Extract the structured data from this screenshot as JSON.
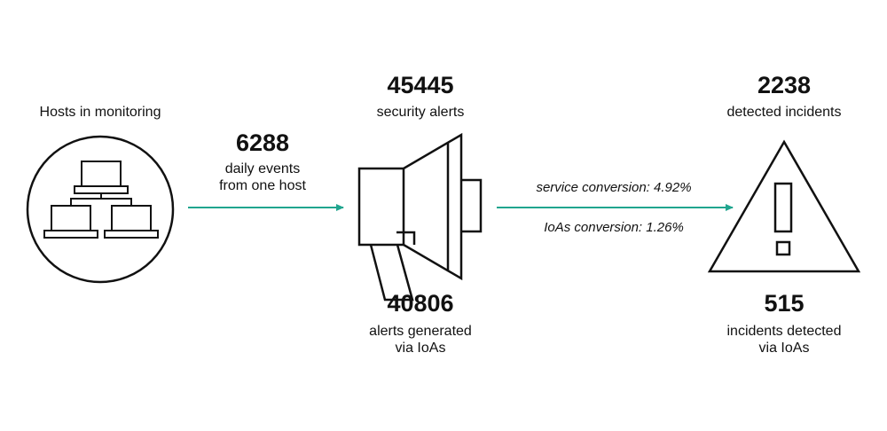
{
  "hosts": {
    "title": "Hosts in monitoring"
  },
  "events": {
    "value": "6288",
    "label_line1": "daily events",
    "label_line2": "from one host"
  },
  "alerts": {
    "value": "45445",
    "label": "security alerts"
  },
  "ioa_alerts": {
    "value": "40806",
    "label_line1": "alerts generated",
    "label_line2": "via IoAs"
  },
  "conversion": {
    "service": "service conversion: 4.92%",
    "ioas": "IoAs conversion: 1.26%"
  },
  "incidents": {
    "value": "2238",
    "label": "detected incidents"
  },
  "ioa_incidents": {
    "value": "515",
    "label_line1": "incidents detected",
    "label_line2": "via IoAs"
  },
  "colors": {
    "arrow": "#20a58f",
    "stroke": "#111111"
  },
  "icons": [
    "hosts-network-icon",
    "megaphone-icon",
    "warning-triangle-icon"
  ]
}
